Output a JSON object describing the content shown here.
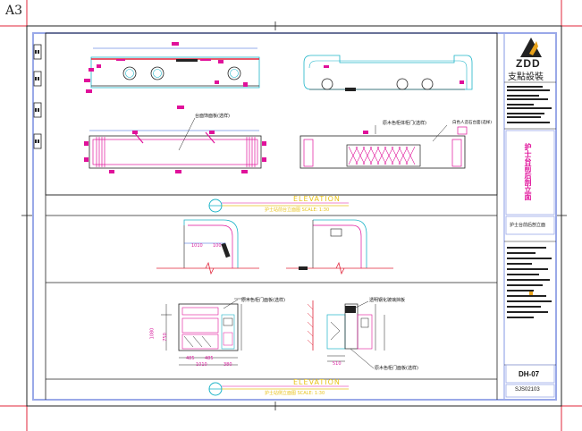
{
  "sheet": {
    "size_label": "A3",
    "elevation_top": {
      "title": "ELEVATION",
      "subtitle": "护士站前台立面图   SCALE: 1:30"
    },
    "elevation_bottom": {
      "title": "ELEVATION",
      "subtitle": "护士站侧立面图   SCALE: 1:30"
    }
  },
  "notes": {
    "n1": "台面饰面板(选样)",
    "n2": "原木色柜体柜门(选样)",
    "n3": "白色人造石台面(选样)",
    "n4": "原木色柜门面板(选样)",
    "n5": "透明钢化玻璃挡板",
    "n6": "原木色柜门面板(选样)"
  },
  "dimensions": {
    "d1010a": "1010",
    "d100": "100",
    "d1080": "1080",
    "d750": "750",
    "d485a": "485",
    "d485b": "485",
    "d1010b": "1010",
    "d380": "380",
    "d510": "510"
  },
  "title_block": {
    "logo": "ZDD",
    "company": "支點設裝",
    "sheet_title": "护士台前后剖立面",
    "drawing_number": "DH-07",
    "project_code": "SJS02103"
  },
  "colors": {
    "frame": "#9aa9e8",
    "outline": "#222222",
    "magenta": "#e0119a",
    "cyan": "#1fb5c9",
    "red": "#e0243a",
    "yellow": "#e8c21a",
    "blue_guide": "#2f5fd8"
  }
}
